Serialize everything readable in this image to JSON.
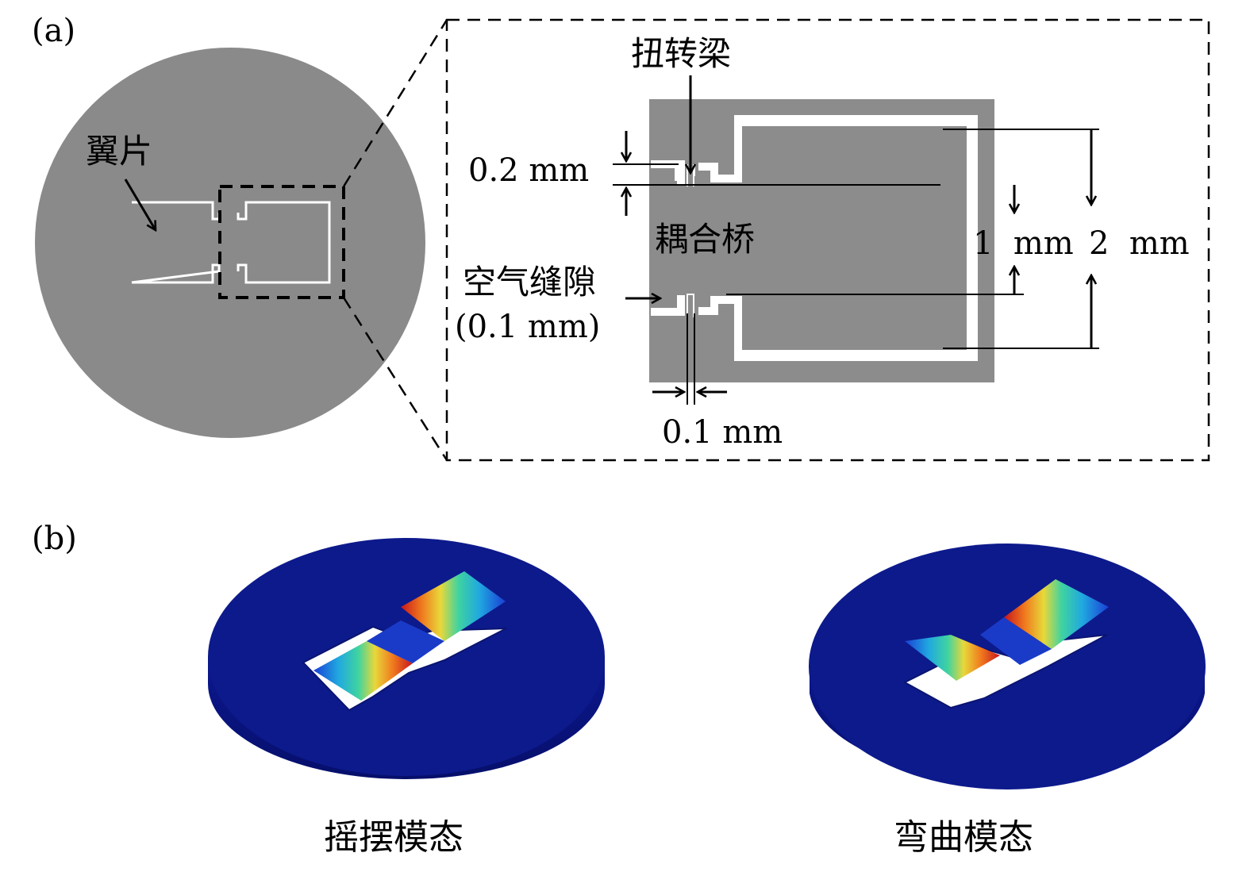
{
  "panel_a": {
    "label": "(a)",
    "wing_label": "翼片",
    "zoom": {
      "torsion_beam_label": "扭转梁",
      "coupling_bridge_label": "耦合桥",
      "air_gap_label": "空气缝隙",
      "air_gap_value": "(0.1 mm)",
      "dim_beam_width": "0.2 mm",
      "dim_gap_width": "0.1 mm",
      "dim_inner_height": "1  mm",
      "dim_outer_height": "2  mm"
    }
  },
  "panel_b": {
    "label": "(b)",
    "left_caption": "摇摆模态",
    "right_caption": "弯曲模态"
  },
  "colors": {
    "disk_gray": "#8a8a8a",
    "disk_edge": "#777777",
    "zoom_gray": "#8c8c8c",
    "slot_white": "#ffffff",
    "disk_blue": "#0d1a8c",
    "disk_blue_side": "#081270",
    "line": "#000000"
  }
}
